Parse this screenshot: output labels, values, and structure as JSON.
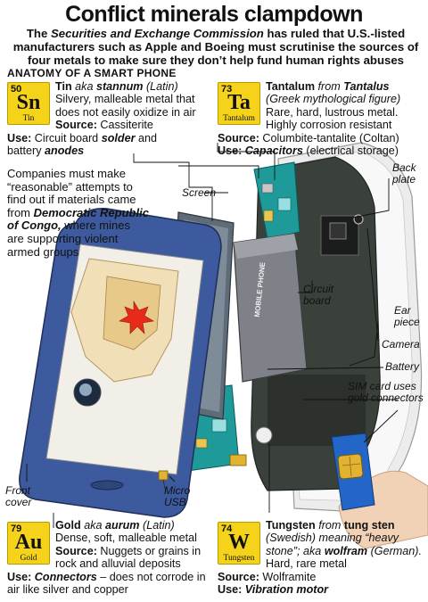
{
  "header": {
    "title": "Conflict minerals clampdown",
    "intro_1": "The ",
    "intro_sec": "Securities and Exchange Commission",
    "intro_2": " has ruled that U.S.-listed manufacturers such as Apple and Boeing must scrutinise the sources of four metals to make sure they don’t help fund human rights abuses"
  },
  "section_title": "ANATOMY OF A SMART PHONE",
  "metals": {
    "tin": {
      "number": "50",
      "symbol": "Sn",
      "name": "Tin",
      "aka_intro": "aka",
      "aka": "stannum",
      "aka_lang": "(Latin)",
      "desc": "Silvery, malleable metal that does not easily oxidize in air",
      "source_label": "Source:",
      "source": "Cassiterite",
      "use_label": "Use:",
      "use_1": "Circuit board",
      "use_2": "solder",
      "use_3": "and battery",
      "use_4": "anodes"
    },
    "tantalum": {
      "number": "73",
      "symbol": "Ta",
      "name": "Tantalum",
      "from_intro": "from",
      "from": "Tantalus",
      "from_note": "(Greek mythological figure)",
      "desc": "Rare, hard, lustrous metal. Highly corrosion resistant",
      "source_label": "Source:",
      "source": "Columbite-tantalite (Coltan)",
      "use_label": "Use:",
      "use_1": "Capacitors",
      "use_2": "(electrical storage)"
    },
    "gold": {
      "number": "79",
      "symbol": "Au",
      "name": "Gold",
      "aka_intro": "aka",
      "aka": "aurum",
      "aka_lang": "(Latin)",
      "desc": "Dense, soft, malleable metal",
      "source_label": "Source:",
      "source": "Nuggets or grains in rock and alluvial deposits",
      "use_label": "Use:",
      "use_1": "Connectors",
      "use_2": "– does not corrode in air like silver and copper"
    },
    "tungsten": {
      "number": "74",
      "symbol": "W",
      "name": "Tungsten",
      "from_intro": "from",
      "from": "tung sten",
      "from_note": "(Swedish) meaning “heavy stone”; aka",
      "aka": "wolfram",
      "aka_lang": "(German).",
      "desc": "Hard, rare metal",
      "source_label": "Source:",
      "source": "Wolframite",
      "use_label": "Use:",
      "use_1": "Vibration motor"
    }
  },
  "note": {
    "text_1": "Companies must make “reasonable” attempts to find out if materials came from",
    "drc": "Democratic Republic of Congo,",
    "text_2": "where mines are supporting violent armed groups"
  },
  "callouts": {
    "screen": "Screen",
    "back_plate": "Back plate",
    "circuit_board": "Circuit board",
    "ear_piece": "Ear piece",
    "camera": "Camera",
    "battery": "Battery",
    "sim": "SIM card uses gold connectors",
    "front_cover": "Front cover",
    "micro_usb": "Micro USB",
    "battery_label": "MOBILE PHONE"
  },
  "colors": {
    "element_yellow": "#f5d31a",
    "phone_blue": "#3d5a9e",
    "board_teal": "#1f9a9a",
    "battery_gray": "#7e8288",
    "back_plate": "#e8e8e8",
    "sim_blue": "#2466c8",
    "gold": "#e2b232"
  }
}
